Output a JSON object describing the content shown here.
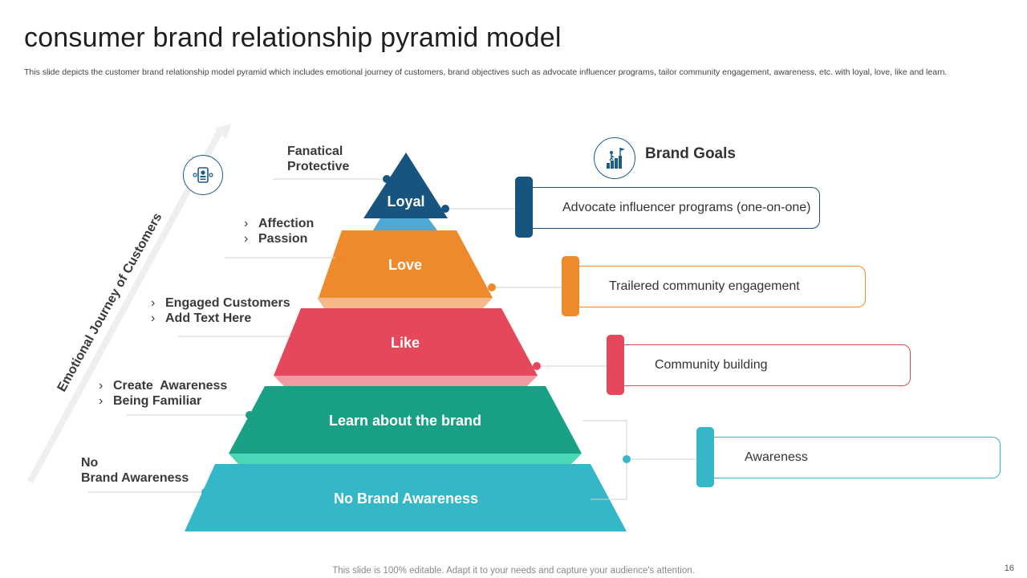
{
  "title": "consumer brand relationship pyramid model",
  "subtitle": "This slide depicts the customer brand relationship model pyramid which includes emotional journey of customers, brand objectives such as advocate influencer programs, tailor community engagement, awareness, etc. with loyal, love, like and learn.",
  "journey_label": "Emotional Journey of Customers",
  "goals_heading": "Brand Goals",
  "icons": {
    "journey": "customer-profile-icon",
    "goals": "growth-stairs-flag-icon"
  },
  "levels": [
    {
      "label": "Loyal",
      "color": "#17547f"
    },
    {
      "label": "Love",
      "color": "#ee8a2c"
    },
    {
      "label": "Like",
      "color": "#e5475b"
    },
    {
      "label": "Learn about the brand",
      "color": "#1aa084"
    },
    {
      "label": "No Brand Awareness",
      "color": "#35b7c7"
    }
  ],
  "emotions": [
    {
      "lines": [
        "Fanatical",
        "Protective"
      ]
    },
    {
      "lines": [
        "Affection",
        "Passion"
      ]
    },
    {
      "lines": [
        "Engaged Customers",
        "Add Text Here"
      ]
    },
    {
      "lines": [
        "Create  Awareness",
        "Being Familiar"
      ]
    },
    {
      "lines": [
        "No",
        "Brand Awareness"
      ]
    }
  ],
  "goals": [
    {
      "text": "Advocate influencer programs (one-on-one)",
      "color": "#17547f"
    },
    {
      "text": "Trailered community engagement",
      "color": "#ee8a2c"
    },
    {
      "text": "Community building",
      "color": "#e5475b"
    },
    {
      "text": "Awareness",
      "color": "#35b7c7"
    }
  ],
  "footer": "This slide is 100% editable. Adapt it to your needs and capture your audience's attention.",
  "page_number": "16"
}
